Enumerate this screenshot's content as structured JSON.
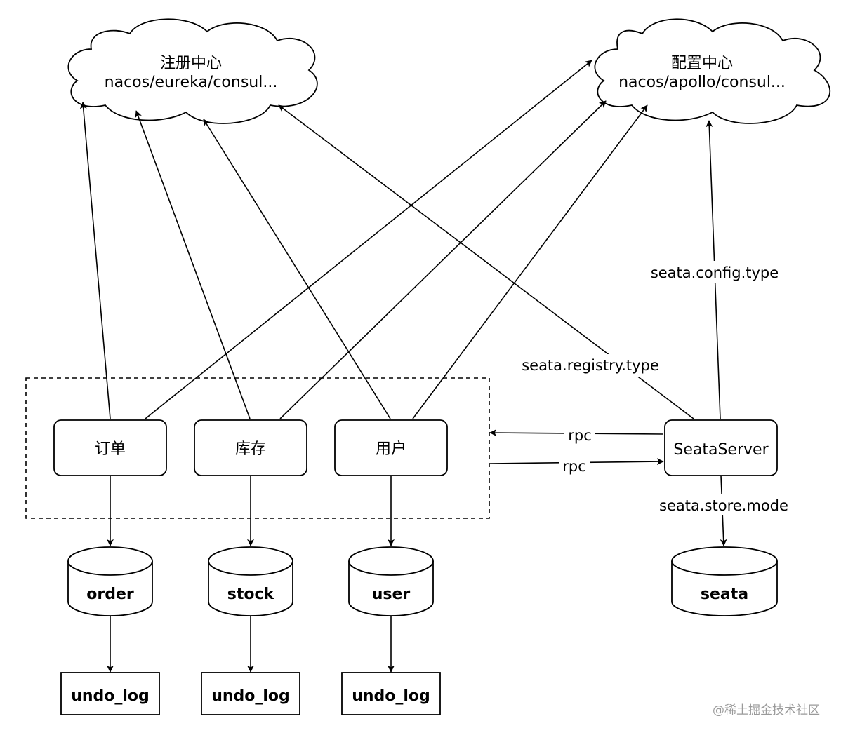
{
  "clouds": {
    "registry": {
      "line1": "注册中心",
      "line2": "nacos/eureka/consul..."
    },
    "config": {
      "line1": "配置中心",
      "line2": "nacos/apollo/consul..."
    }
  },
  "services": {
    "order": "订单",
    "stock": "库存",
    "user": "用户"
  },
  "seata_server": "SeataServer",
  "databases": {
    "order": "order",
    "stock": "stock",
    "user": "user",
    "seata": "seata"
  },
  "undo_logs": [
    "undo_log",
    "undo_log",
    "undo_log"
  ],
  "labels": {
    "config_type": "seata.config.type",
    "registry_type": "seata.registry.type",
    "rpc_in": "rpc",
    "rpc_out": "rpc",
    "store_mode": "seata.store.mode"
  },
  "watermark": "@稀土掘金技术社区"
}
